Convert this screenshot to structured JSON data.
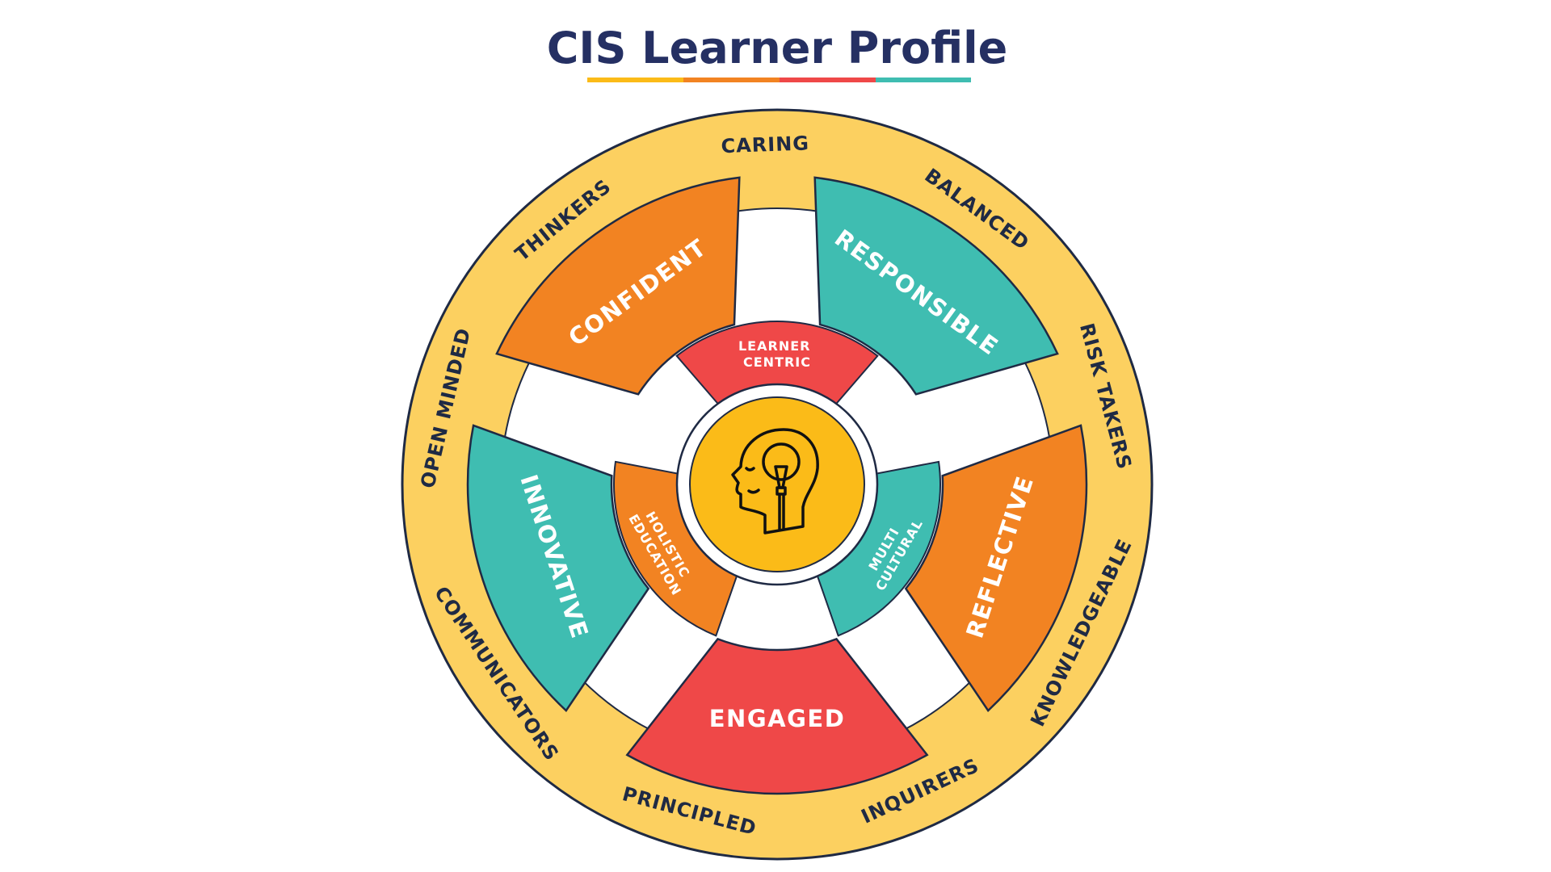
{
  "title": "CIS Learner Profile",
  "title_bar_colors": [
    "#fbbb18",
    "#f28322",
    "#ef4848",
    "#3fbdb1"
  ],
  "colors": {
    "ring": "#fcd060",
    "orange": "#f28322",
    "teal": "#3fbdb1",
    "red": "#ef4848",
    "center": "#fbbb18",
    "outline": "#1f2a44",
    "title": "#253063"
  },
  "ring_labels": [
    "CARING",
    "BALANCED",
    "RISK TAKERS",
    "KNOWLEDGEABLE",
    "INQUIRERS",
    "PRINCIPLED",
    "COMMUNICATORS",
    "OPEN MINDED",
    "THINKERS"
  ],
  "segments": [
    {
      "label": "RESPONSIBLE",
      "color": "#3fbdb1"
    },
    {
      "label": "REFLECTIVE",
      "color": "#f28322"
    },
    {
      "label": "ENGAGED",
      "color": "#ef4848"
    },
    {
      "label": "INNOVATIVE",
      "color": "#3fbdb1"
    },
    {
      "label": "CONFIDENT",
      "color": "#f28322"
    }
  ],
  "inner_segments": [
    {
      "lines": [
        "LEARNER",
        "CENTRIC"
      ],
      "color": "#ef4848"
    },
    {
      "lines": [
        "MULTI",
        "CULTURAL"
      ],
      "color": "#3fbdb1"
    },
    {
      "lines": [
        "HOLISTIC",
        "EDUCATION"
      ],
      "color": "#f28322"
    }
  ],
  "center_icon": "head-with-lightbulb-icon"
}
